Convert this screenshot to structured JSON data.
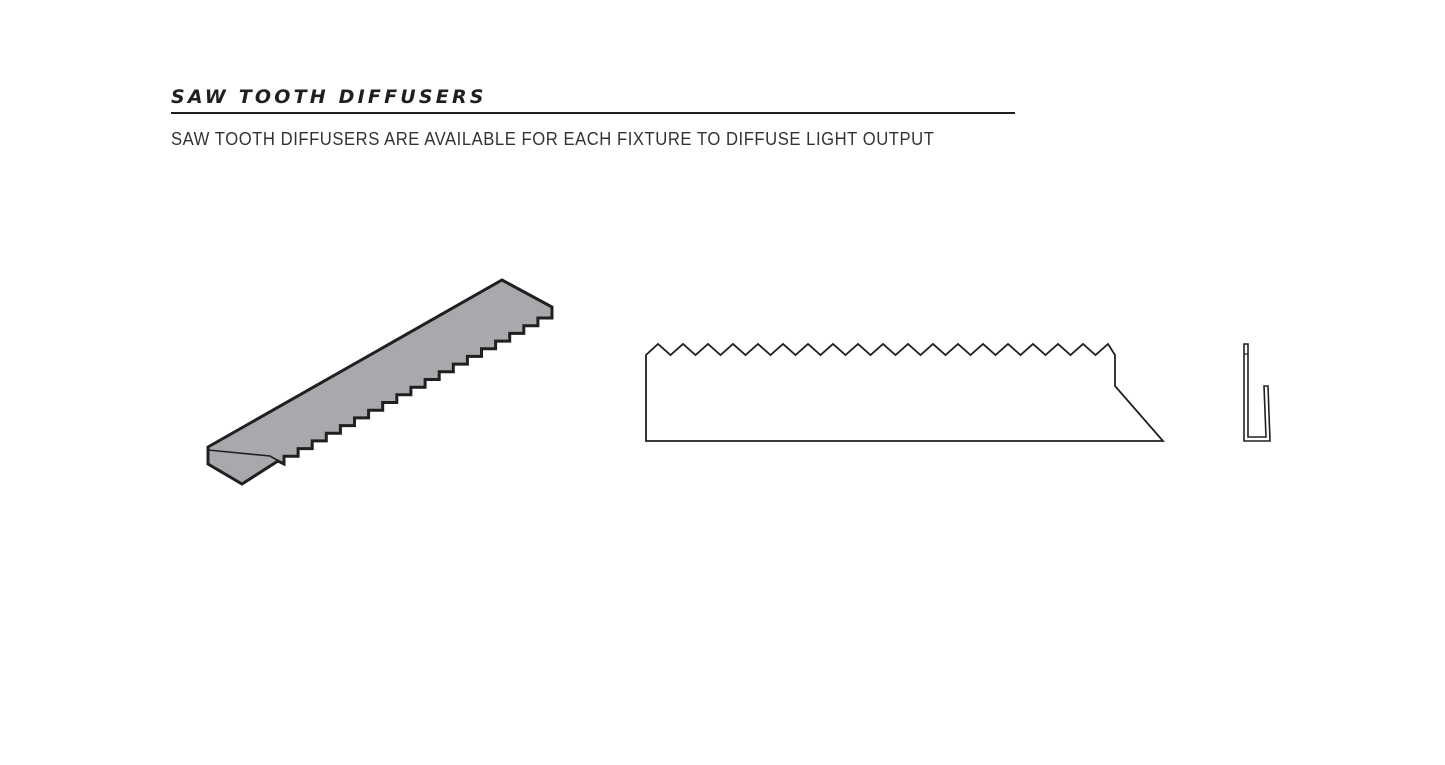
{
  "header": {
    "title": "SAW TOOTH DIFFUSERS",
    "subtitle": "SAW TOOTH DIFFUSERS ARE AVAILABLE FOR EACH FIXTURE TO DIFFUSE LIGHT OUTPUT"
  },
  "drawings": [
    {
      "name": "isometric-view",
      "fill": "#a7a9ac",
      "stroke": "#231f20"
    },
    {
      "name": "side-profile-view",
      "stroke": "#231f20"
    },
    {
      "name": "end-profile-view",
      "stroke": "#231f20"
    }
  ],
  "colors": {
    "text": "#1f1f1f",
    "subtext": "#333333",
    "diffuser_fill": "#a7a9ac",
    "line": "#231f20"
  }
}
